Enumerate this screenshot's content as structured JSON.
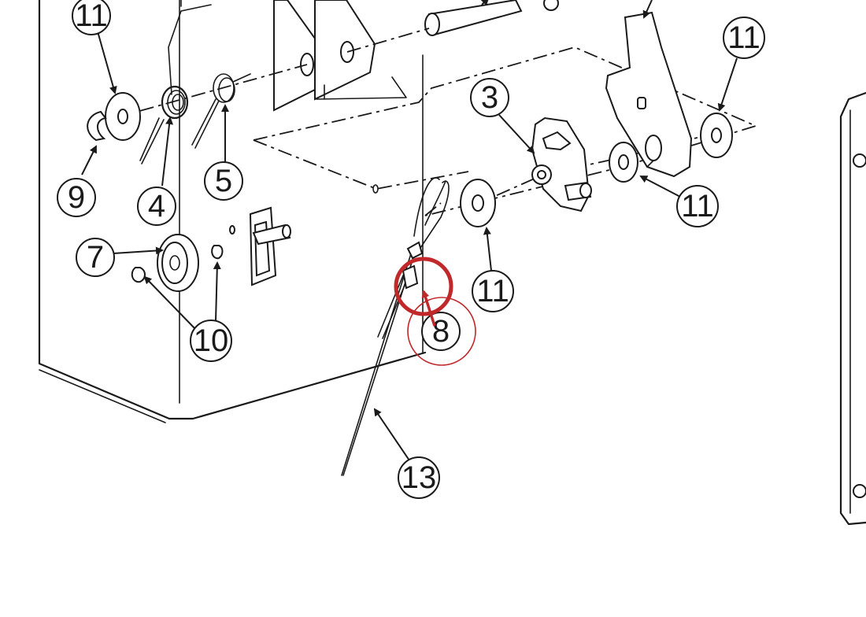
{
  "diagram": {
    "callouts": [
      {
        "id": "c11a",
        "label": "11"
      },
      {
        "id": "c9",
        "label": "9"
      },
      {
        "id": "c4",
        "label": "4"
      },
      {
        "id": "c5",
        "label": "5"
      },
      {
        "id": "c7",
        "label": "7"
      },
      {
        "id": "c10",
        "label": "10"
      },
      {
        "id": "c3",
        "label": "3"
      },
      {
        "id": "c11b",
        "label": "11"
      },
      {
        "id": "c11c",
        "label": "11"
      },
      {
        "id": "c11d",
        "label": "11"
      },
      {
        "id": "c8",
        "label": "8"
      },
      {
        "id": "c13",
        "label": "13"
      }
    ],
    "highlight_color": "#c0282a",
    "ink_color": "#1a1a1a"
  }
}
